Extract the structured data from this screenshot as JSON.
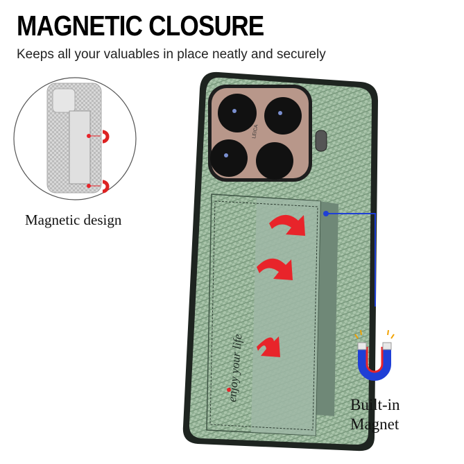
{
  "header": {
    "title": "MAGNETIC CLOSURE",
    "subtitle": "Keeps all your valuables in place neatly and securely"
  },
  "callouts": {
    "magnetic_design": "Magnetic design",
    "built_in_line1": "Built-in",
    "built_in_line2": "Magnet"
  },
  "product": {
    "pocket_text": "enjoy your life",
    "camera_logo": "LEICA",
    "case_color": "#8fae92",
    "arrow_color": "#e8242a",
    "callout_line_color": "#1f3fd6"
  },
  "icons": [
    "magnet-icon",
    "curved-arrow-icon"
  ]
}
